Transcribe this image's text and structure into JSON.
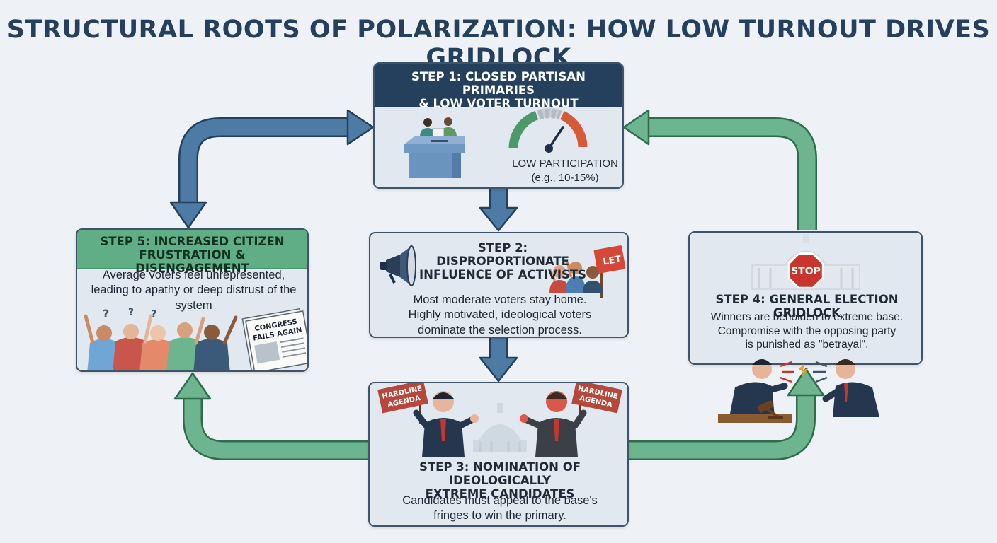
{
  "title": "STRUCTURAL ROOTS OF POLARIZATION: HOW LOW TURNOUT DRIVES GRIDLOCK",
  "colors": {
    "navy": "#25405c",
    "blue_arrow": "#4d7ba6",
    "green_arrow": "#5fae86",
    "gauge_green": "#4c9a6a",
    "gauge_red": "#d45a3a",
    "stop_red": "#c9342c"
  },
  "steps": {
    "step1": {
      "title_lines": [
        "STEP 1: CLOSED PARTISAN PRIMARIES",
        "& LOW VOTER TURNOUT"
      ],
      "gauge_label": "LOW PARTICIPATION",
      "gauge_sublabel": "(e.g., 10-15%)",
      "icons": [
        "ballot-box-icon",
        "poll-workers-icon",
        "participation-gauge-icon"
      ]
    },
    "step2": {
      "title_lines": [
        "STEP 2: DISPROPORTIONATE",
        "INFLUENCE OF ACTIVISTS"
      ],
      "body_lines": [
        "Most moderate voters stay home.",
        "Highly motivated, ideological voters",
        "dominate the selection process."
      ],
      "sign_text": "LET",
      "icons": [
        "megaphone-icon",
        "activist-crowd-icon"
      ]
    },
    "step3": {
      "title_lines": [
        "STEP 3: NOMINATION OF IDEOLOGICALLY",
        "EXTREME CANDIDATES"
      ],
      "body_lines": [
        "Candidates must appeal to the base's",
        "fringes to win the primary."
      ],
      "sign_left": [
        "HARDLINE",
        "AGENDA"
      ],
      "sign_right": [
        "HARDLINE",
        "AGENDA"
      ],
      "icons": [
        "candidate-icon",
        "capitol-icon"
      ]
    },
    "step4": {
      "title": "STEP 4: GENERAL ELECTION GRIDLOCK",
      "body_lines": [
        "Winners are beholden to extreme base.",
        "Compromise with the opposing party",
        "is punished as \"betrayal\"."
      ],
      "stop_text": "STOP",
      "icons": [
        "capitol-icon",
        "stop-sign-icon",
        "arguing-politicians-icon",
        "gavel-icon"
      ]
    },
    "step5": {
      "title_lines": [
        "STEP 5: INCREASED CITIZEN",
        "FRUSTRATION & DISENGAGEMENT"
      ],
      "body_lines": [
        "Average voters feel unrepresented,",
        "leading to apathy or deep distrust of the",
        "system"
      ],
      "newspaper_lines": [
        "CONGRESS",
        "FAILS AGAIN"
      ],
      "icons": [
        "frustrated-crowd-icon",
        "newspaper-icon"
      ]
    }
  }
}
